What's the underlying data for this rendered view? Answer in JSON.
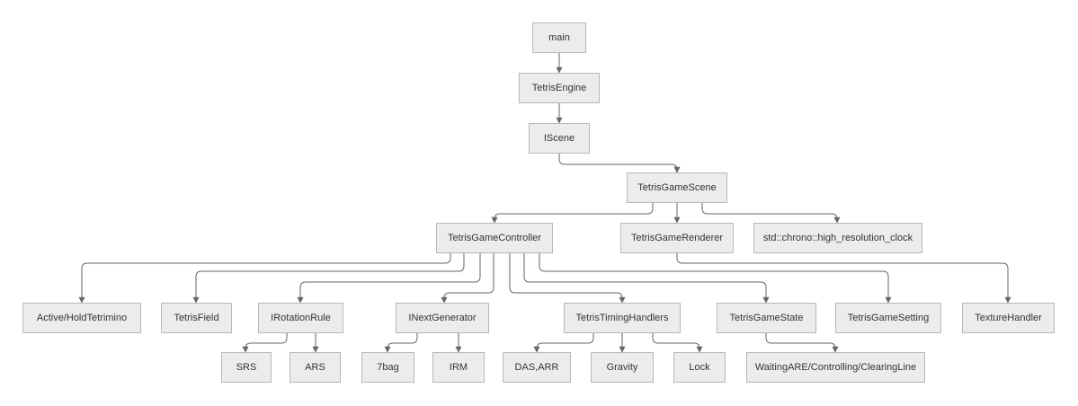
{
  "colors": {
    "node_fill": "#ececec",
    "node_border": "#b8b8b8",
    "edge": "#666666",
    "text": "#333333"
  },
  "nodes": {
    "main": "main",
    "engine": "TetrisEngine",
    "iscene": "IScene",
    "gamescene": "TetrisGameScene",
    "controller": "TetrisGameController",
    "renderer": "TetrisGameRenderer",
    "clock": "std::chrono::high_resolution_clock",
    "activehold": "Active/HoldTetrimino",
    "field": "TetrisField",
    "rotation": "IRotationRule",
    "nextgen": "INextGenerator",
    "timing": "TetrisTimingHandlers",
    "state": "TetrisGameState",
    "setting": "TetrisGameSetting",
    "texture": "TextureHandler",
    "srs": "SRS",
    "ars": "ARS",
    "bag7": "7bag",
    "irm": "IRM",
    "dasarr": "DAS,ARR",
    "gravity": "Gravity",
    "lock": "Lock",
    "states": "WaitingARE/Controlling/ClearingLine"
  }
}
